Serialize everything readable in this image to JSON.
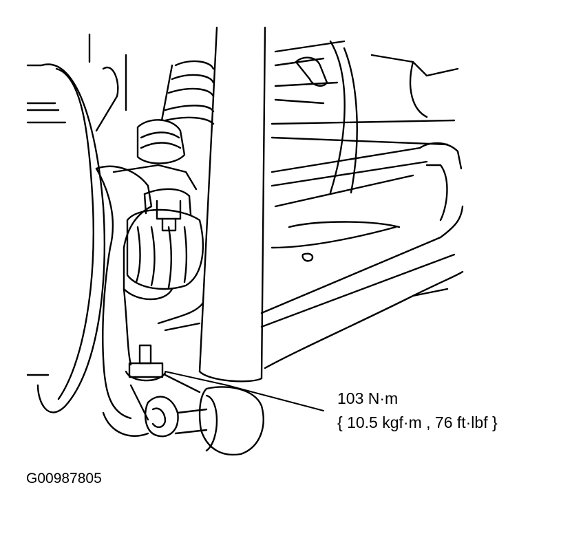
{
  "callout": {
    "torque_value": "103 N·m",
    "torque_alternate_units": "{ 10.5 kgf·m , 76 ft·lbf }"
  },
  "figure_id": "G00987805",
  "colors": {
    "line": "#000000",
    "background": "#ffffff"
  }
}
